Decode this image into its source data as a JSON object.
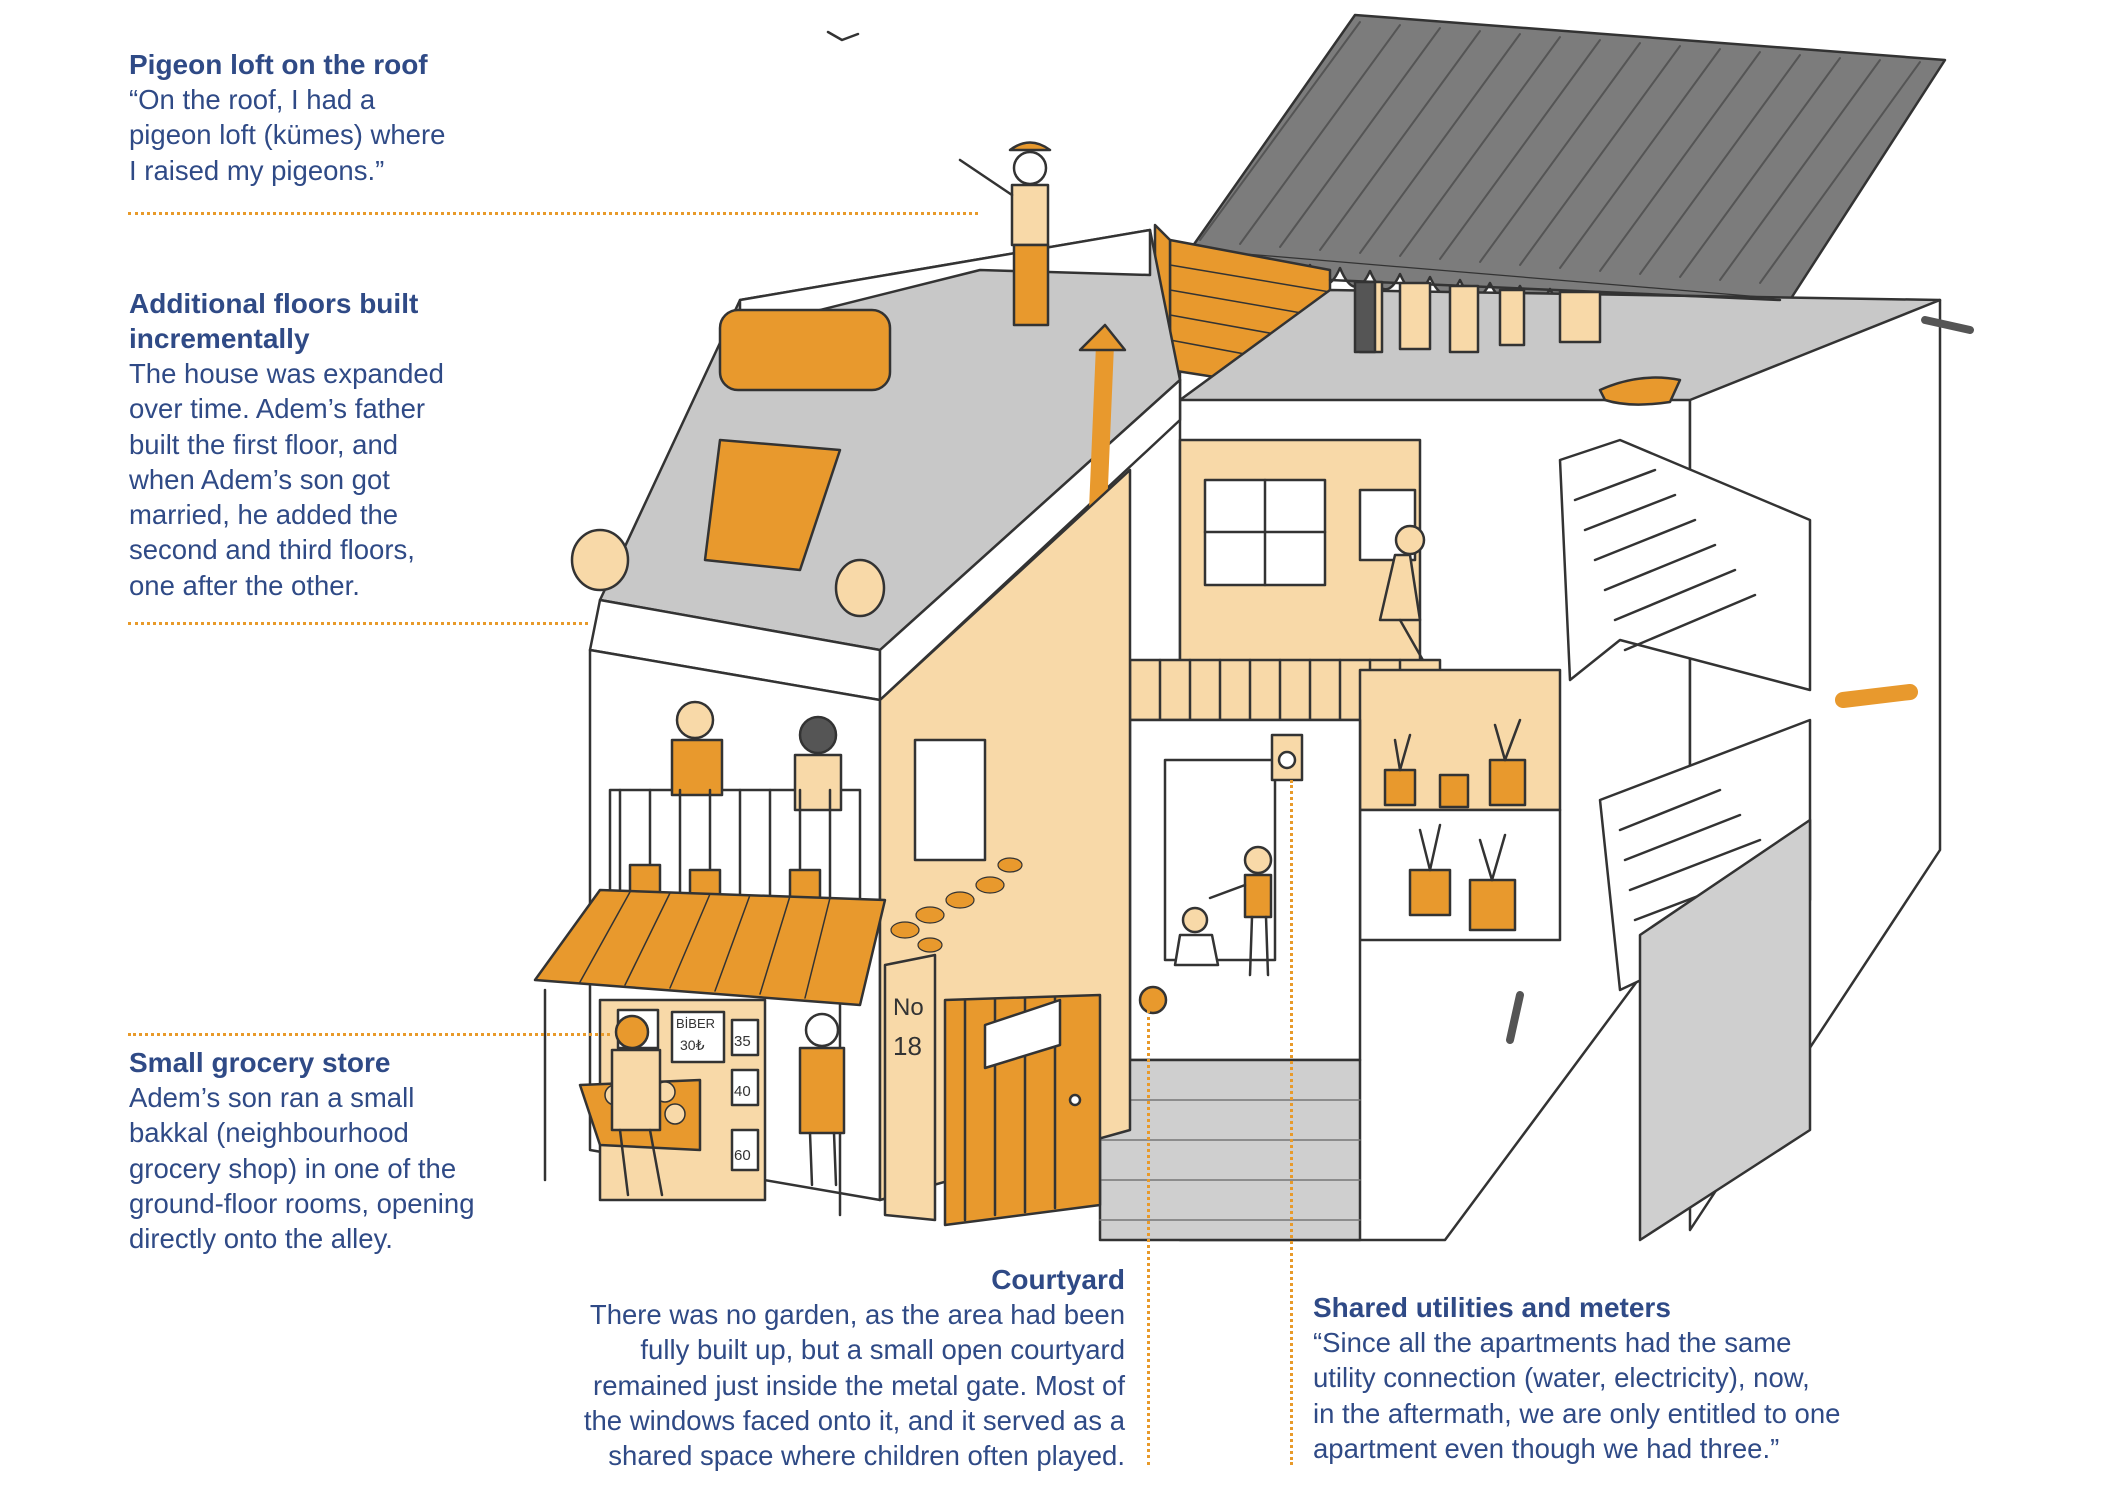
{
  "annotations": {
    "pigeon_loft": {
      "title": "Pigeon loft on the roof",
      "lines": [
        "“On the roof, I had a",
        "pigeon loft (kümes) where",
        "I raised my pigeons.”"
      ]
    },
    "additional_floors": {
      "title_lines": [
        "Additional floors built",
        "incrementally"
      ],
      "lines": [
        "The house was expanded",
        "over time. Adem’s father",
        "built the first floor, and",
        "when Adem’s son got",
        "married, he added the",
        "second and third floors,",
        "one after the other."
      ]
    },
    "grocery_store": {
      "title": "Small grocery store",
      "lines": [
        "Adem’s son ran a small",
        "bakkal (neighbourhood",
        "grocery shop) in one of the",
        "ground-floor rooms, opening",
        "directly onto the alley."
      ]
    },
    "courtyard": {
      "title": "Courtyard",
      "lines": [
        "There was no garden, as the area had been",
        "fully built up, but a small open courtyard",
        "remained just inside the metal gate. Most of",
        "the windows faced onto it, and it served as a",
        "shared space where children often played."
      ]
    },
    "utilities": {
      "title": "Shared utilities and meters",
      "lines": [
        "“Since all the apartments had the same",
        "utility connection (water, electricity), now,",
        "in the aftermath, we are only entitled to one",
        "apartment even though we had three.”"
      ]
    }
  },
  "illustration_labels": {
    "house_number_top": "No",
    "house_number_bottom": "18",
    "shop_sign_1": "BİBER",
    "shop_sign_1_price": "30₺",
    "price_1": "35",
    "price_2": "40",
    "price_3": "60"
  },
  "colors": {
    "text": "#2f4a86",
    "leader": "#e89a2a",
    "orange": "#e8992d",
    "light_orange": "#f8d9a8",
    "grey_roof": "#808080",
    "light_grey": "#cfcfcf"
  }
}
